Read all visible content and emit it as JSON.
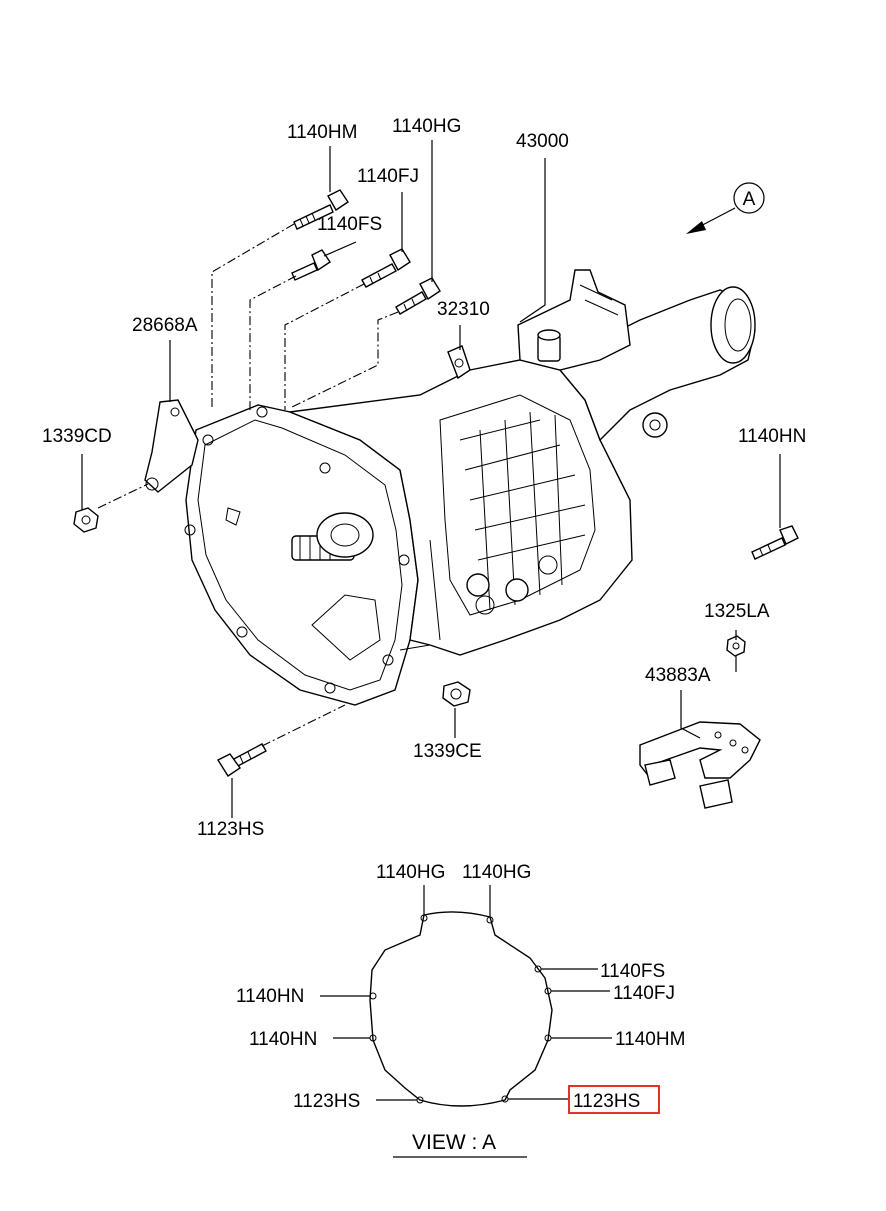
{
  "callouts": {
    "c1140hm_top": "1140HM",
    "c1140hg_top": "1140HG",
    "c43000": "43000",
    "c1140fj_top": "1140FJ",
    "c1140fs_top": "1140FS",
    "c32310": "32310",
    "c28668a": "28668A",
    "c1339cd": "1339CD",
    "c1140hn_right": "1140HN",
    "c1325la": "1325LA",
    "c43883a": "43883A",
    "c1339ce": "1339CE",
    "c1123hs_bottom": "1123HS"
  },
  "view_marker": "A",
  "view_a": {
    "title": "VIEW :  A",
    "labels": {
      "hg_left": "1140HG",
      "hg_right": "1140HG",
      "fs": "1140FS",
      "fj": "1140FJ",
      "hm": "1140HM",
      "hn_upper": "1140HN",
      "hn_lower": "1140HN",
      "hs_left": "1123HS",
      "hs_right_highlighted": "1123HS"
    }
  },
  "colors": {
    "line": "#000000",
    "highlight": "#e8302a"
  }
}
